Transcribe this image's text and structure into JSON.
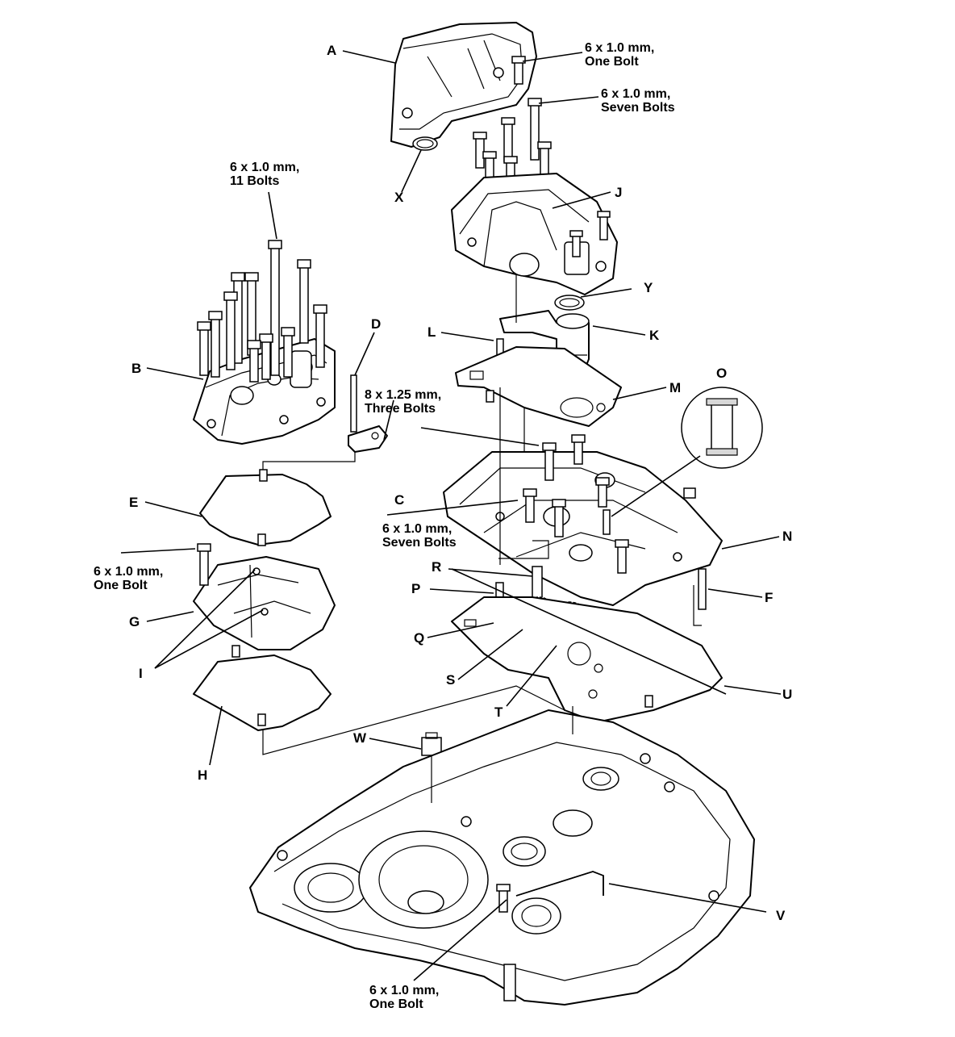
{
  "labels": {
    "A": "A",
    "B": "B",
    "C": "C",
    "D": "D",
    "E": "E",
    "F": "F",
    "G": "G",
    "H": "H",
    "I": "I",
    "J": "J",
    "K": "K",
    "L": "L",
    "M": "M",
    "N": "N",
    "O": "O",
    "P": "P",
    "Q": "Q",
    "R": "R",
    "S": "S",
    "T": "T",
    "U": "U",
    "V": "V",
    "W": "W",
    "X": "X",
    "Y": "Y"
  },
  "callouts": {
    "top_one_bolt": [
      "6 x 1.0 mm,",
      "One Bolt"
    ],
    "top_seven_bolts": [
      "6 x 1.0 mm,",
      "Seven Bolts"
    ],
    "eleven_bolts": [
      "6 x 1.0 mm,",
      "11 Bolts"
    ],
    "three_bolts": [
      "8 x 1.25 mm,",
      "Three Bolts"
    ],
    "mid_seven_bolts": [
      "6 x 1.0 mm,",
      "Seven Bolts"
    ],
    "left_one_bolt": [
      "6 x 1.0 mm,",
      "One Bolt"
    ],
    "bottom_one_bolt": [
      "6 x 1.0 mm,",
      "One Bolt"
    ]
  }
}
